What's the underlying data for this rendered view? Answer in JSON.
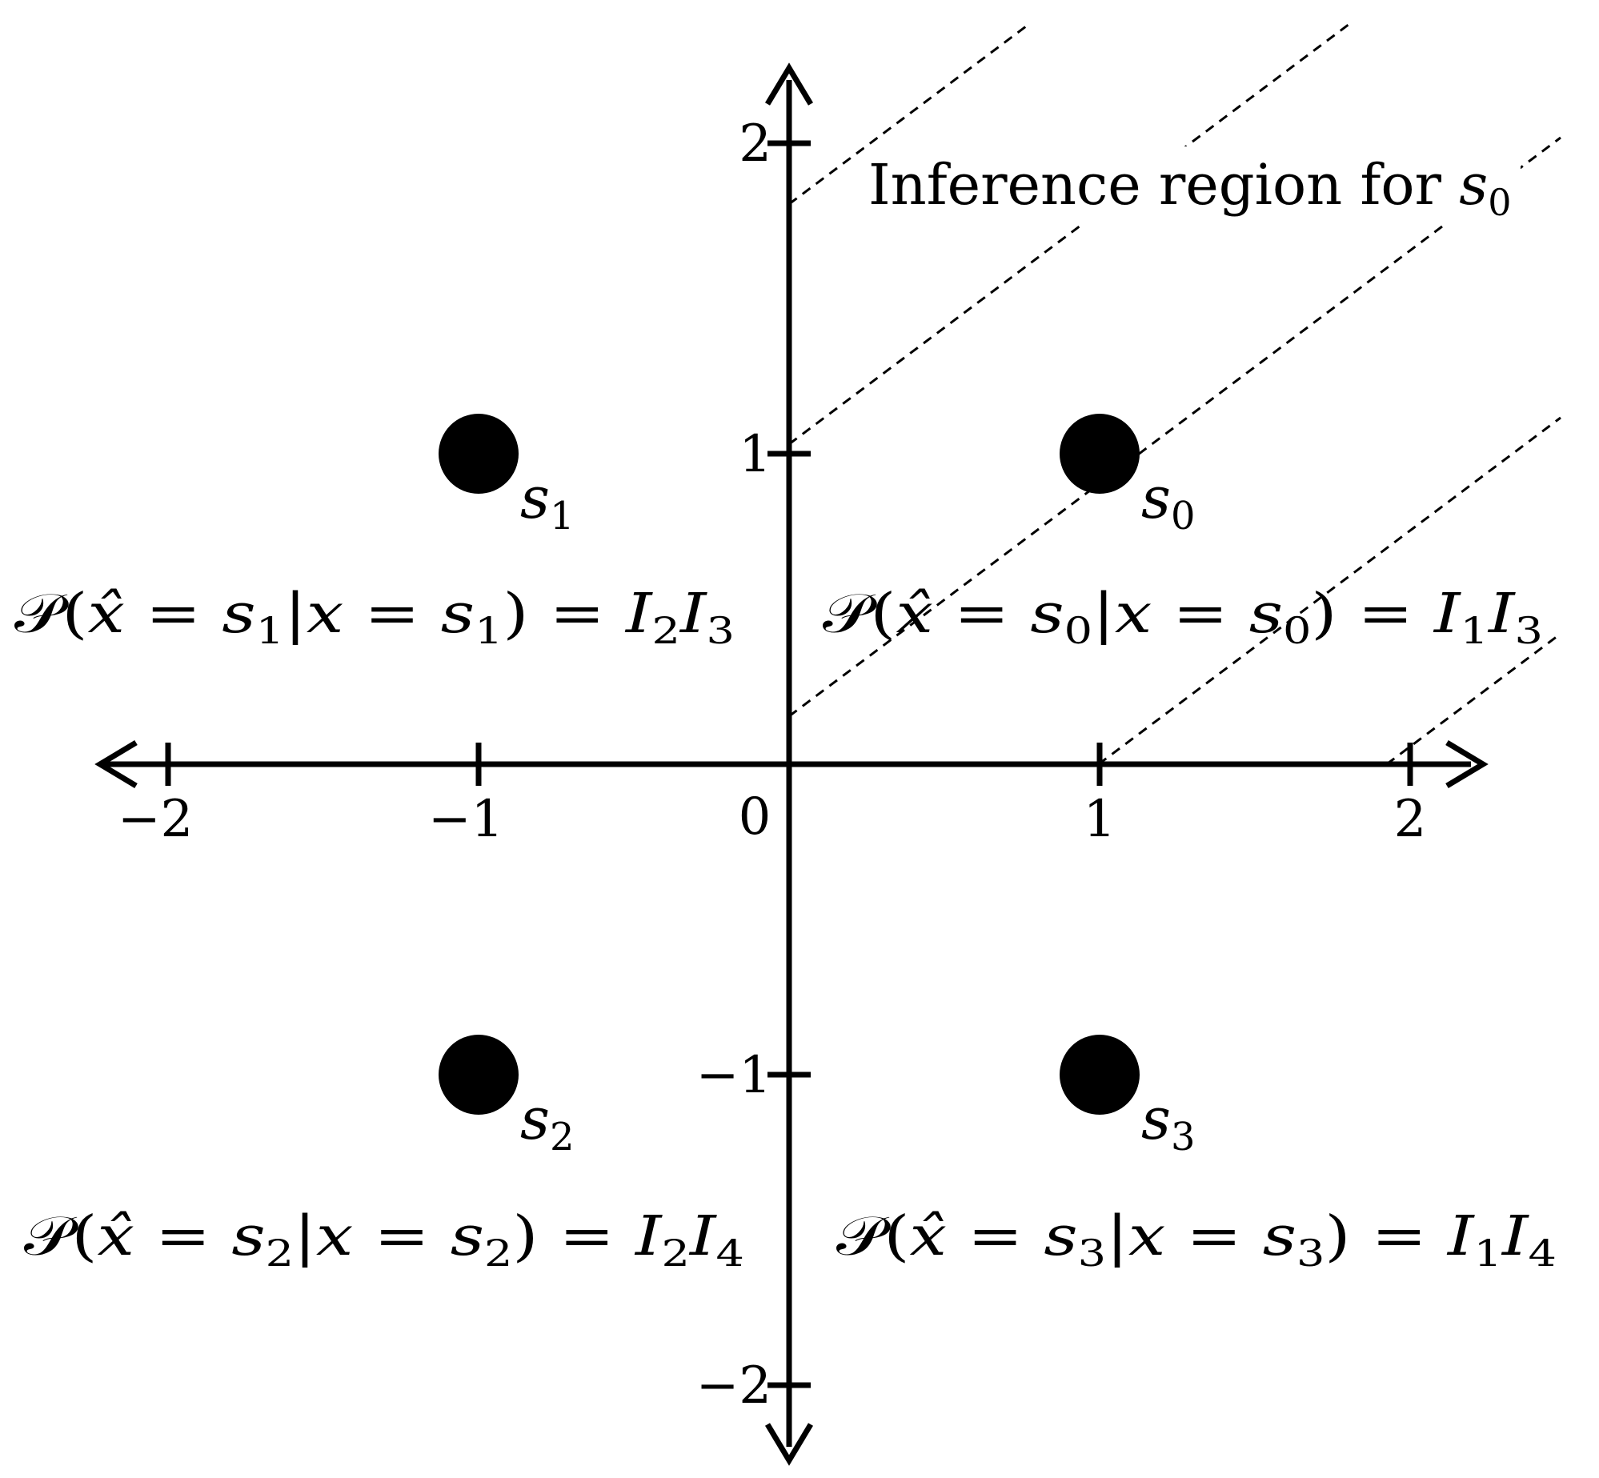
{
  "diagram": {
    "x_ticks": [
      {
        "value": -2,
        "label": "−2"
      },
      {
        "value": -1,
        "label": "−1"
      },
      {
        "value": 1,
        "label": "1"
      },
      {
        "value": 2,
        "label": "2"
      }
    ],
    "y_ticks": [
      {
        "value": 2,
        "label": "2"
      },
      {
        "value": 1,
        "label": "1"
      },
      {
        "value": -1,
        "label": "−1"
      },
      {
        "value": -2,
        "label": "−2"
      }
    ],
    "origin_label": "0",
    "region_caption": {
      "text": "Inference region for ",
      "symbol": "s",
      "subscript": "0"
    },
    "points": [
      {
        "id": "s0",
        "x": 1,
        "y": 1,
        "symbol": "s",
        "subscript": "0"
      },
      {
        "id": "s1",
        "x": -1,
        "y": 1,
        "symbol": "s",
        "subscript": "1"
      },
      {
        "id": "s2",
        "x": -1,
        "y": -1,
        "symbol": "s",
        "subscript": "2"
      },
      {
        "id": "s3",
        "x": 1,
        "y": -1,
        "symbol": "s",
        "subscript": "3"
      }
    ],
    "probabilities": [
      {
        "id": "s1",
        "sub": "1",
        "rhs1": "I",
        "rhs1_sub": "2",
        "rhs2": "I",
        "rhs2_sub": "3"
      },
      {
        "id": "s0",
        "sub": "0",
        "rhs1": "I",
        "rhs1_sub": "1",
        "rhs2": "I",
        "rhs2_sub": "3"
      },
      {
        "id": "s2",
        "sub": "2",
        "rhs1": "I",
        "rhs1_sub": "2",
        "rhs2": "I",
        "rhs2_sub": "4"
      },
      {
        "id": "s3",
        "sub": "3",
        "rhs1": "I",
        "rhs1_sub": "1",
        "rhs2": "I",
        "rhs2_sub": "4"
      }
    ],
    "prob_tokens": {
      "P": "𝒫",
      "open": "(",
      "xhat": "x̂",
      "eq": "=",
      "s": "s",
      "bar": "|",
      "x": "x",
      "close": ")"
    }
  }
}
